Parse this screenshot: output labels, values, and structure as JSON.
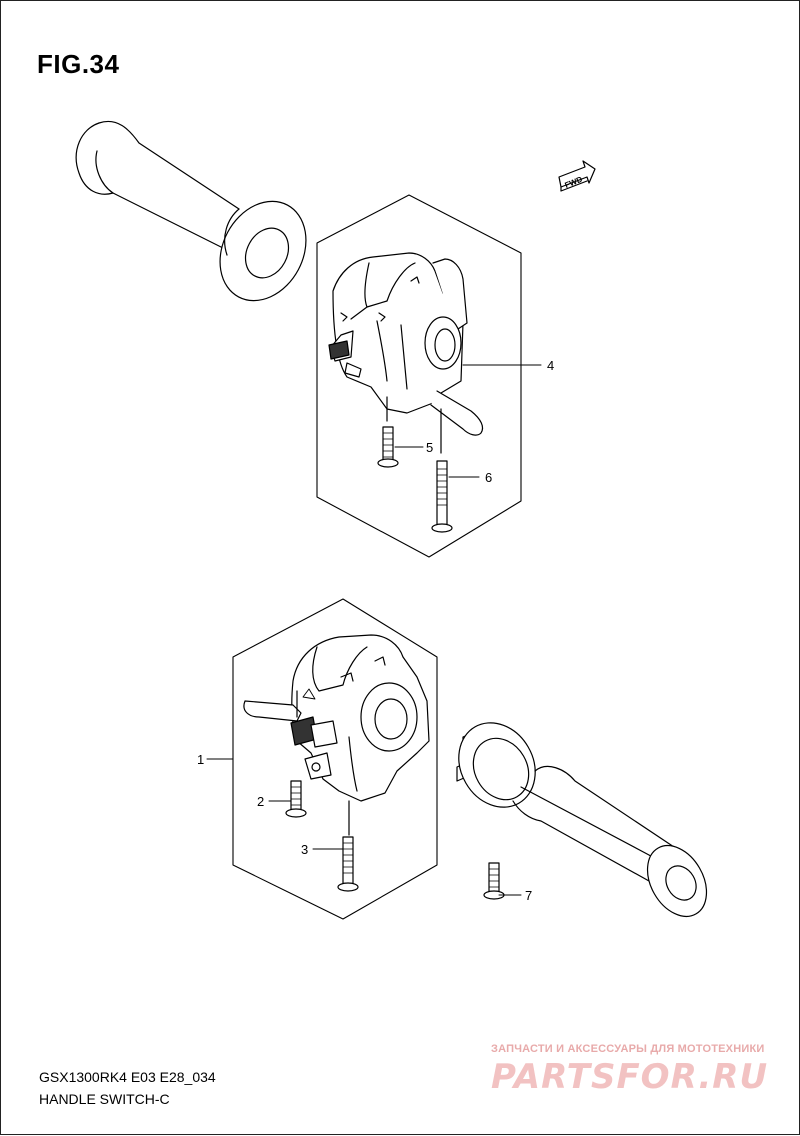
{
  "figure": {
    "title": "FIG.34"
  },
  "fwd_badge": "FWD",
  "callouts": [
    {
      "id": "4",
      "label": "4"
    },
    {
      "id": "5",
      "label": "5"
    },
    {
      "id": "6",
      "label": "6"
    },
    {
      "id": "1",
      "label": "1"
    },
    {
      "id": "2",
      "label": "2"
    },
    {
      "id": "3",
      "label": "3"
    },
    {
      "id": "7",
      "label": "7"
    }
  ],
  "footer": {
    "model": "GSX1300RK4 E03 E28_034",
    "title": "HANDLE SWITCH-C"
  },
  "watermark": {
    "tagline": "ЗАПЧАСТИ И АКСЕССУАРЫ ДЛЯ МОТОТЕХНИКИ",
    "logo": "PARTSFOR.RU"
  }
}
